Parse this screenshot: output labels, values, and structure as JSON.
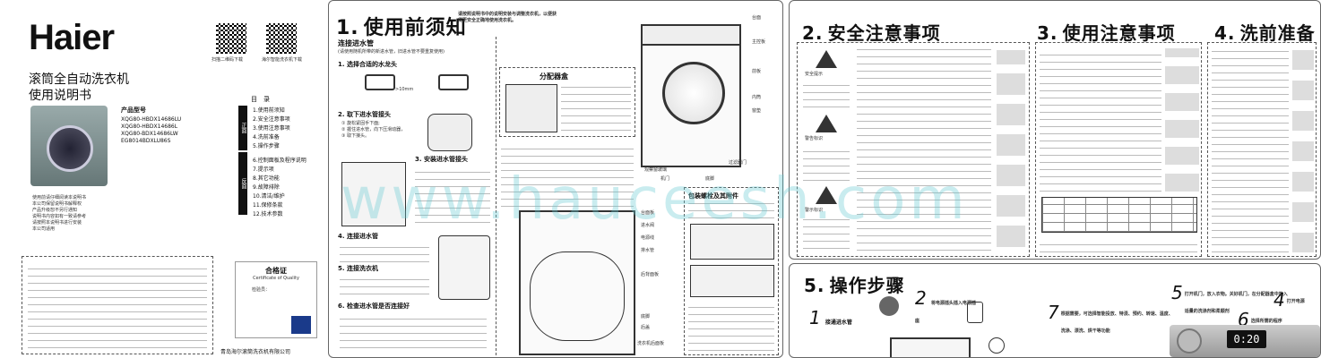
{
  "brand": {
    "logo": "Haier",
    "title_line1": "滚筒全自动洗衣机",
    "title_line2": "使用说明书",
    "model_label": "产品型号",
    "models": [
      "XQG80-HBDX14686LU",
      "XQG80-HBDX14686L",
      "XQG80-BDX14686LW",
      "EG8014BDXLU86S"
    ],
    "notes": [
      "使用前请仔细阅读本说明书",
      "本公司保留说明书解释权",
      "产品升级恕不另行通知",
      "说明书内容如有一致请参考",
      "请按照本说明书进行安装",
      "本公司适用"
    ],
    "qr_caption_left": "扫描二维码下载",
    "qr_caption_right": "海尔智能洗衣机下载"
  },
  "toc": {
    "title": "目　录",
    "side_front": "正面",
    "side_back": "反面",
    "items": [
      "1.使用前须知",
      "2.安全注意事项",
      "3.使用注意事项",
      "4.洗前准备",
      "5.操作步骤",
      "6.控制面板及程序说明",
      "7.提示项",
      "8.其它功能",
      "9.故障排除",
      "10.清洁/维护",
      "11.保修条款",
      "12.技术参数"
    ]
  },
  "certificate": {
    "title": "合格证",
    "subtitle": "Certificate of Quality",
    "inspector": "检验员："
  },
  "footer": "青岛海尔滚筒洗衣机有限公司",
  "section1": {
    "number": "1.",
    "title": "使用前须知",
    "note": "请按照说明书中的说明安装与调整洗衣机，以便获得更安全正确地使用洗衣机。",
    "connect_title": "连接进水管",
    "connect_note": "(请使用随机所带的新进水管，旧进水管不要重复使用)",
    "step1": "1. 选择合适的水龙头",
    "measure": ">10mm",
    "step2": "2. 取下进水管接头",
    "step2_items": [
      "① 旋松紧固手下面;",
      "② 握住进水管，向下压滑动器，",
      "③ 取下接头。"
    ],
    "step3": "3. 安装进水管接头",
    "step4": "4. 连接进水管",
    "step5": "5. 连接洗衣机",
    "step6": "6. 检查进水管是否连接好",
    "dispenser_title": "分配器盒",
    "accessories_title": "包装螺栓及其附件",
    "parts_front": [
      "台面",
      "主控板",
      "前板",
      "内筒",
      "窗垫",
      "观察窗玻璃",
      "机门",
      "过滤器门",
      "底脚"
    ],
    "parts_back": [
      "台面板",
      "进水阀",
      "电源线",
      "排水管",
      "后背面板",
      "底脚",
      "后盖",
      "洗衣机后面板"
    ]
  },
  "section2": {
    "number": "2.",
    "title": "安全注意事项",
    "warnings": [
      "安全提示",
      "警告标识",
      "警示标识"
    ]
  },
  "section3": {
    "number": "3.",
    "title": "使用注意事项"
  },
  "section4": {
    "number": "4.",
    "title": "洗前准备"
  },
  "section5": {
    "number": "5.",
    "title": "操作步骤",
    "step1": "接通进水管",
    "step2": "将电源插头插入电源插座",
    "step5": "打开机门，放入衣物。关好机门，在分配器盒中放入适量的洗涤剂和柔顺剂",
    "step6": "选择所需的程序",
    "step7": "根据需要，可选择智能投放、特渍、预约、转速、温度、洗涤、漂洗、烘干等功能",
    "step4": "打开电源",
    "display": "0:20"
  },
  "watermark": "www.hauceesh.com"
}
